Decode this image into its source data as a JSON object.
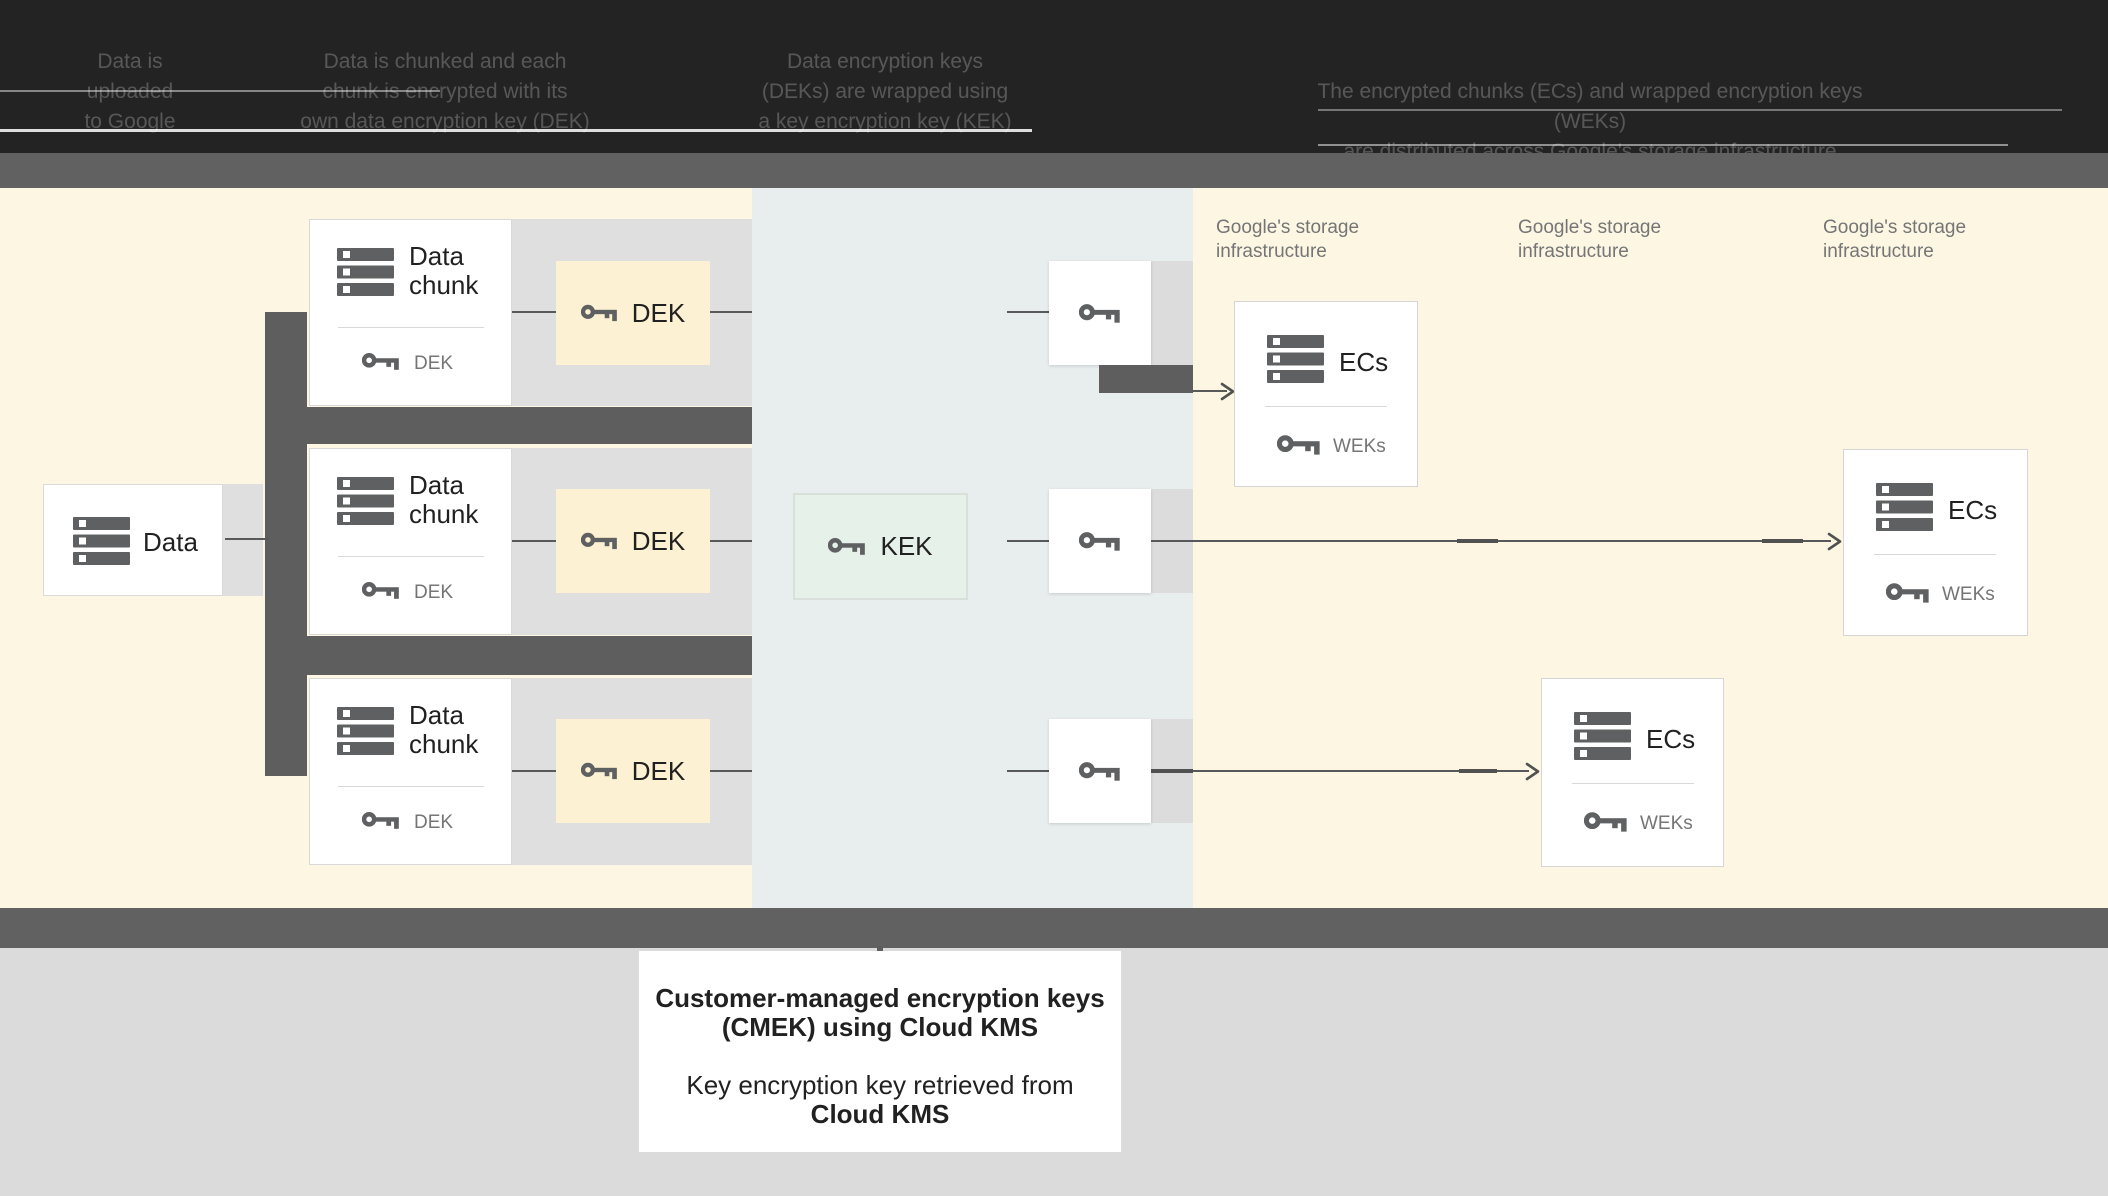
{
  "header": {
    "captions": [
      {
        "lines": [
          "Data is",
          "uploaded",
          "to Google"
        ]
      },
      {
        "lines": [
          "Data is chunked and each",
          "chunk is encrypted with its",
          "own data encryption key (DEK)"
        ]
      },
      {
        "lines": [
          "Data encryption keys",
          "(DEKs) are wrapped using",
          "a key encryption key (KEK)"
        ]
      },
      {
        "lines": [
          "The encrypted chunks (ECs) and wrapped encryption keys (WEKs)",
          "are distributed across Google's storage infrastructure"
        ]
      }
    ]
  },
  "diagram": {
    "data_box": {
      "label": "Data",
      "icon": "server-icon"
    },
    "chunk_box": {
      "title_line1": "Data",
      "title_line2": "chunk",
      "key_label": "DEK",
      "icon": "server-icon",
      "key_icon": "key-icon"
    },
    "dek_box": {
      "label": "DEK",
      "icon": "key-icon"
    },
    "kek_box": {
      "label": "KEK",
      "icon": "key-icon"
    },
    "storage_label": {
      "line1": "Google's storage",
      "line2": "infrastructure"
    },
    "ecs_box": {
      "label": "ECs",
      "key_label": "WEKs",
      "icon": "server-icon",
      "key_icon": "key-icon"
    }
  },
  "footer": {
    "line1": "Customer-managed encryption keys",
    "line2": "(CMEK) using Cloud KMS",
    "line3": "Key encryption key retrieved from",
    "line4": "Cloud KMS"
  },
  "colors": {
    "header_bg": "#232323",
    "divider_band": "#616161",
    "main_bg_yellow": "#FCF6E3",
    "kms_column_bg": "#E8EDEE",
    "dek_box_fill": "#FCF1D2",
    "kek_box_fill": "#E5F1E9",
    "row_band_gray": "#DFDFDF",
    "dark_connector": "#5E5E5E",
    "text_black": "#212121",
    "text_gray": "#757575",
    "bottom_bg": "#DBDBDB"
  }
}
